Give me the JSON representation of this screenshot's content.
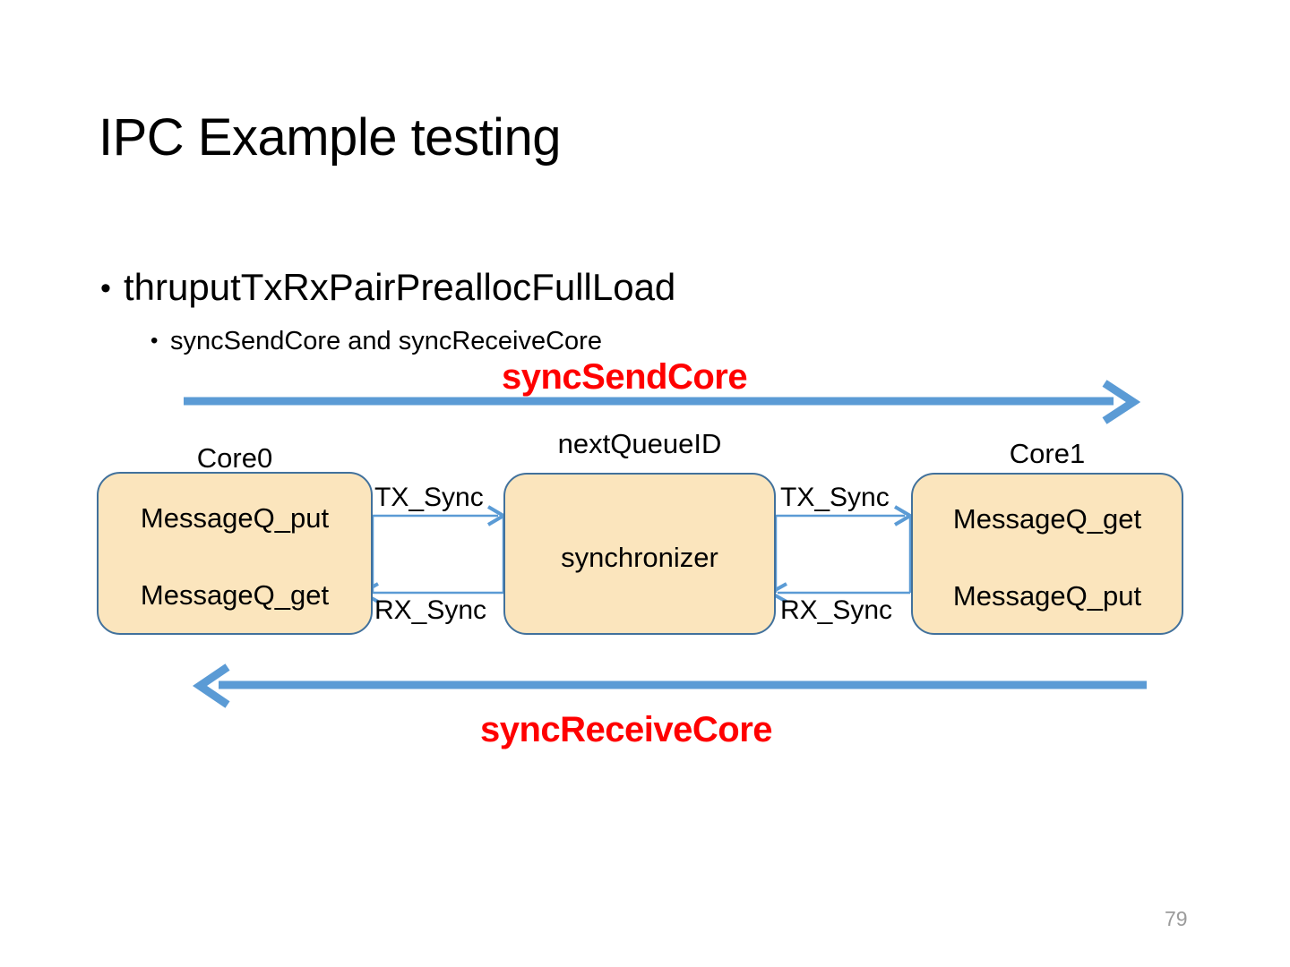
{
  "slide": {
    "title": "IPC Example testing",
    "page_number": "79",
    "bullets": {
      "level1": "thruputTxRxPairPreallocFullLoad",
      "level1_marker": "•",
      "level2": "syncSendCore and syncReceiveCore",
      "level2_marker": "•"
    }
  },
  "diagram": {
    "top_flow_label": "syncSendCore",
    "bottom_flow_label": "syncReceiveCore",
    "nodes": [
      {
        "id": "core0",
        "caption": "Core0",
        "lines": [
          "MessageQ_put",
          "MessageQ_get"
        ]
      },
      {
        "id": "synchronizer",
        "caption": "nextQueueID",
        "lines": [
          "synchronizer"
        ]
      },
      {
        "id": "core1",
        "caption": "Core1",
        "lines": [
          "MessageQ_get",
          "MessageQ_put"
        ]
      }
    ],
    "connectors": [
      {
        "id": "tx-left",
        "label": "TX_Sync",
        "direction": "right"
      },
      {
        "id": "rx-left",
        "label": "RX_Sync",
        "direction": "left"
      },
      {
        "id": "tx-right",
        "label": "TX_Sync",
        "direction": "right"
      },
      {
        "id": "rx-right",
        "label": "RX_Sync",
        "direction": "left"
      }
    ],
    "colors": {
      "flow_arrow": "#5B9BD5",
      "connector_line": "#5B9BD5",
      "box_fill": "#FBE5BD",
      "box_border": "#41719C",
      "flow_label_text": "#FF0000",
      "page_number_text": "#9B9B9B",
      "body_text": "#000000"
    }
  }
}
